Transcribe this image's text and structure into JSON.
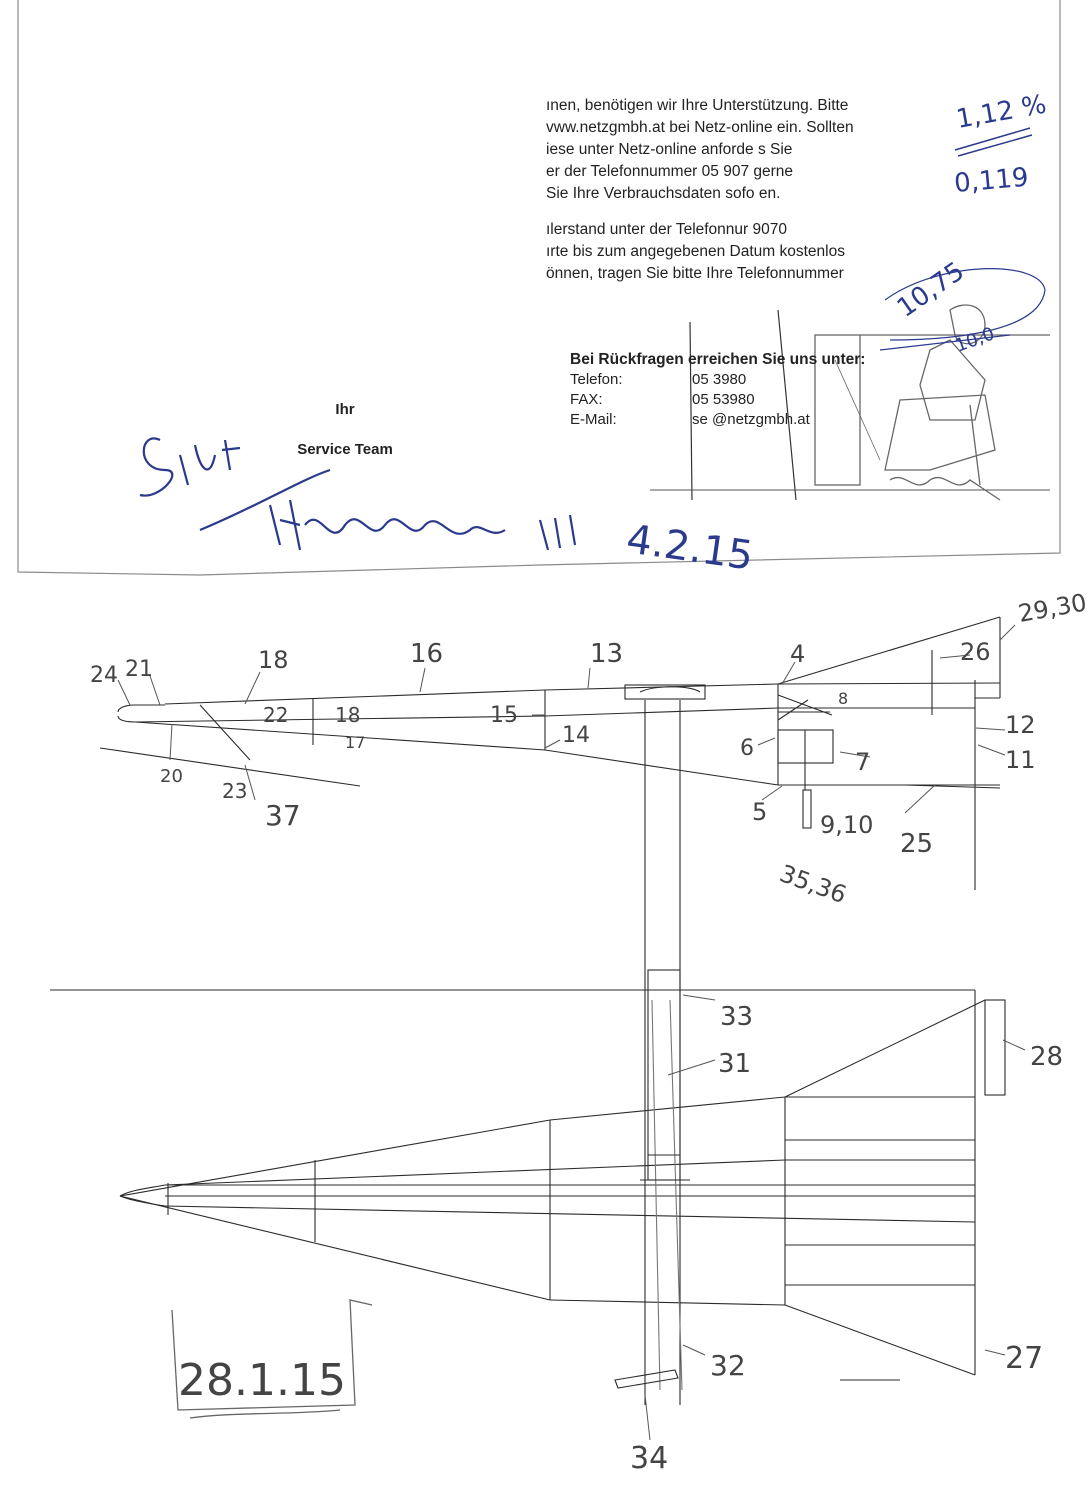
{
  "letter": {
    "lines": [
      "ınen, benötigen wir Ihre Unterstützung. Bitte",
      "vww.netzgmbh.at bei Netz-online ein. Sollten",
      "iese unter Netz-online anforde         s Sie",
      "er der Telefonnummer 05 907          gerne",
      "Sie Ihre Verbrauchsdaten sofo        en.",
      "",
      "ılerstand unter der Telefonnur           9070",
      "ırte bis zum angegebenen Datum kostenlos",
      "önnen, tragen Sie bitte Ihre Telefonnummer"
    ],
    "contact_heading": "Bei Rückfragen erreichen Sie uns unter:",
    "contact_rows": [
      {
        "label": "Telefon:",
        "value": "05        3980"
      },
      {
        "label": "FAX:",
        "value": "05        53980"
      },
      {
        "label": "E-Mail:",
        "value": "se        @netzgmbh.at"
      }
    ],
    "closing_line1": "Ihr",
    "closing_line2": "Service Team"
  },
  "handwritten_notes": {
    "percent": "1,12 %",
    "decimal": "0,119",
    "measure": "10,75",
    "measure2": "10,0",
    "signature": "4.2.15",
    "date_box": "28.1.15"
  },
  "part_labels": [
    "29,30",
    "24",
    "21",
    "18",
    "16",
    "13",
    "4",
    "26",
    "8",
    "12",
    "11",
    "7",
    "22",
    "18",
    "17",
    "15",
    "14",
    "6",
    "5",
    "9,10",
    "25",
    "20",
    "23",
    "37",
    "35,36",
    "33",
    "31",
    "28",
    "32",
    "27",
    "34"
  ],
  "colors": {
    "pencil": "#555555",
    "ink_blue": "#2a3a8c",
    "line": "#2b2b2b"
  }
}
